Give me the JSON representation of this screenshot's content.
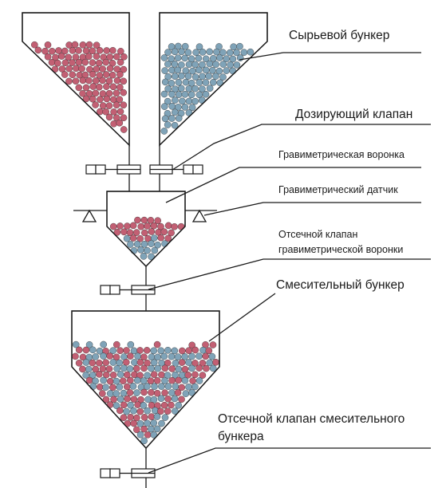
{
  "labels": {
    "raw_hopper": "Сырьевой бункер",
    "dosing_valve": "Дозирующий клапан",
    "gravimetric_funnel": "Гравиметрическая воронка",
    "gravimetric_sensor": "Гравиметрический датчик",
    "funnel_cutoff_valve_line1": "Отсечной клапан",
    "funnel_cutoff_valve_line2": "гравиметрической воронки",
    "mixing_hopper": "Смесительный бункер",
    "mixing_cutoff_valve_line1": "Отсечной клапан смесительного",
    "mixing_cutoff_valve_line2": "бункера"
  },
  "colors": {
    "material_a": "#c25f73",
    "material_b": "#7fa3b8",
    "outline": "#1a1a1a"
  }
}
